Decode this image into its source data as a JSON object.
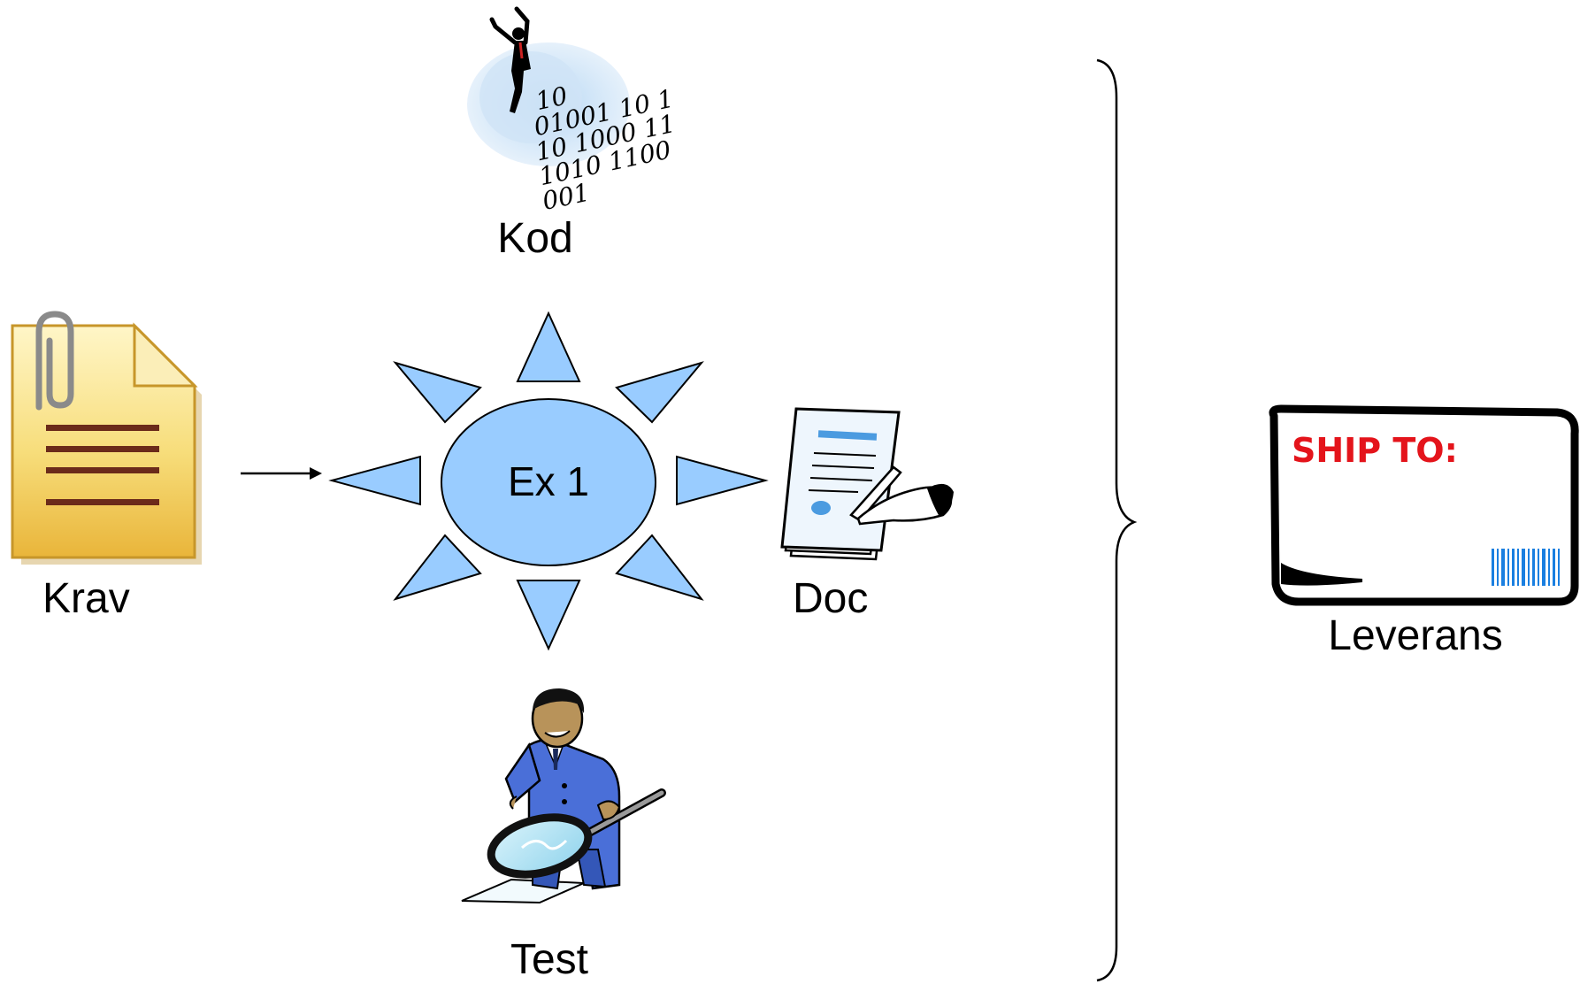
{
  "diagram": {
    "center": {
      "label": "Ex 1"
    },
    "items": {
      "requirements": {
        "label": "Krav"
      },
      "code": {
        "label": "Kod",
        "binary_lines": [
          "10",
          "01001 10 1",
          "10 1000 11",
          "1010 1100",
          "001"
        ]
      },
      "documentation": {
        "label": "Doc"
      },
      "test": {
        "label": "Test"
      },
      "delivery": {
        "label": "Leverans",
        "ship_to": "SHIP TO:"
      }
    },
    "colors": {
      "sun_fill": "#99ccff",
      "folder_yellow": "#f5d76e",
      "ship_red": "#e4141b",
      "barcode_blue": "#1a7fe0",
      "tester_suit": "#4a6fd8"
    }
  }
}
